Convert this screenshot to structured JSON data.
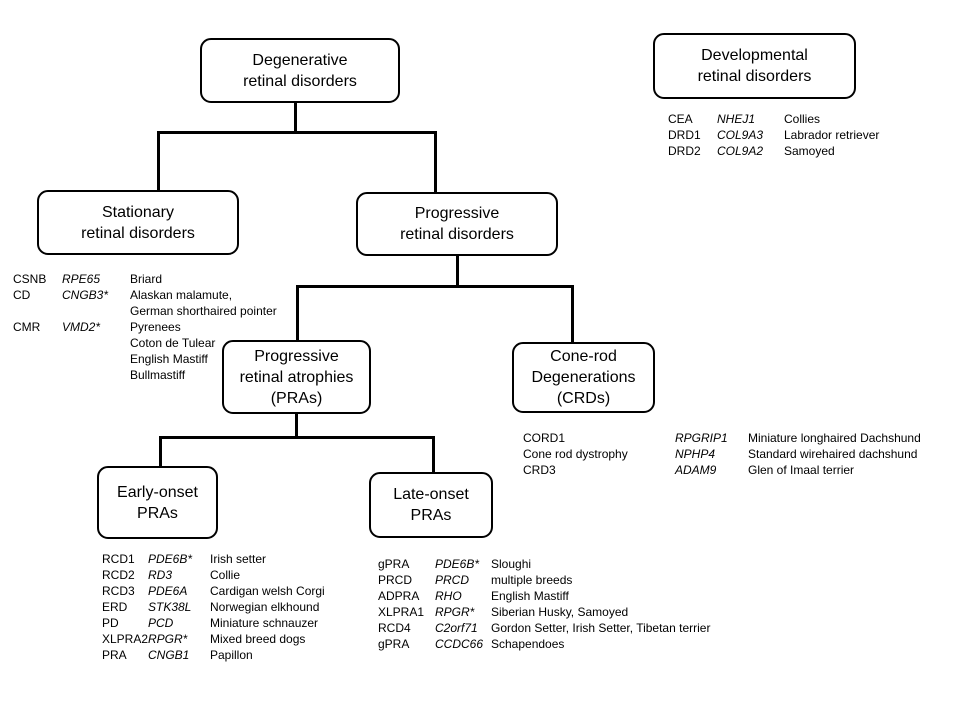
{
  "colors": {
    "background": "#ffffff",
    "line": "#000000",
    "text": "#000000"
  },
  "nodes": {
    "degenerative": {
      "label": "Degenerative\nretinal disorders"
    },
    "developmental": {
      "label": "Developmental\nretinal disorders"
    },
    "stationary": {
      "label": "Stationary\nretinal disorders"
    },
    "progressive": {
      "label": "Progressive\nretinal disorders"
    },
    "pras": {
      "label": "Progressive\nretinal atrophies\n(PRAs)"
    },
    "crds": {
      "label": "Cone-rod\nDegenerations\n(CRDs)"
    },
    "early_onset": {
      "label": "Early-onset\nPRAs"
    },
    "late_onset": {
      "label": "Late-onset\nPRAs"
    }
  },
  "tables": {
    "developmental": {
      "rows": [
        {
          "disease": "CEA",
          "gene": "NHEJ1",
          "breeds": "Collies"
        },
        {
          "disease": "DRD1",
          "gene": "COL9A3",
          "breeds": "Labrador retriever"
        },
        {
          "disease": "DRD2",
          "gene": "COL9A2",
          "breeds": "Samoyed"
        }
      ]
    },
    "stationary": {
      "rows": [
        {
          "disease": "CSNB",
          "gene": "RPE65",
          "breeds": "Briard"
        },
        {
          "disease": "CD",
          "gene": "CNGB3*",
          "breeds": "Alaskan malamute,\nGerman shorthaired pointer"
        },
        {
          "disease": "CMR",
          "gene": "VMD2*",
          "breeds": "Pyrenees\nCoton de Tulear\nEnglish Mastiff\nBullmastiff"
        }
      ]
    },
    "crd": {
      "rows": [
        {
          "disease": "CORD1",
          "gene": "RPGRIP1",
          "breeds": "Miniature longhaired Dachshund"
        },
        {
          "disease": "Cone rod dystrophy",
          "gene": "NPHP4",
          "breeds": "Standard wirehaired dachshund"
        },
        {
          "disease": "CRD3",
          "gene": "ADAM9",
          "breeds": "Glen of Imaal terrier"
        }
      ]
    },
    "early_onset": {
      "rows": [
        {
          "disease": "RCD1",
          "gene": "PDE6B*",
          "breeds": "Irish setter"
        },
        {
          "disease": "RCD2",
          "gene": "RD3",
          "breeds": "Collie"
        },
        {
          "disease": "RCD3",
          "gene": "PDE6A",
          "breeds": "Cardigan welsh Corgi"
        },
        {
          "disease": "ERD",
          "gene": "STK38L",
          "breeds": "Norwegian elkhound"
        },
        {
          "disease": "PD",
          "gene": "PCD",
          "breeds": "Miniature schnauzer"
        },
        {
          "disease": "XLPRA2",
          "gene": "RPGR*",
          "breeds": "Mixed breed dogs"
        },
        {
          "disease": "PRA",
          "gene": "CNGB1",
          "breeds": "Papillon"
        }
      ]
    },
    "late_onset": {
      "rows": [
        {
          "disease": "gPRA",
          "gene": "PDE6B*",
          "breeds": "Sloughi"
        },
        {
          "disease": "PRCD",
          "gene": "PRCD",
          "breeds": "multiple breeds"
        },
        {
          "disease": "ADPRA",
          "gene": "RHO",
          "breeds": "English Mastiff"
        },
        {
          "disease": "XLPRA1",
          "gene": "RPGR*",
          "breeds": "Siberian Husky, Samoyed"
        },
        {
          "disease": "RCD4",
          "gene": "C2orf71",
          "breeds": "Gordon Setter, Irish Setter, Tibetan terrier"
        },
        {
          "disease": "gPRA",
          "gene": "CCDC66",
          "breeds": "Schapendoes"
        }
      ]
    }
  }
}
